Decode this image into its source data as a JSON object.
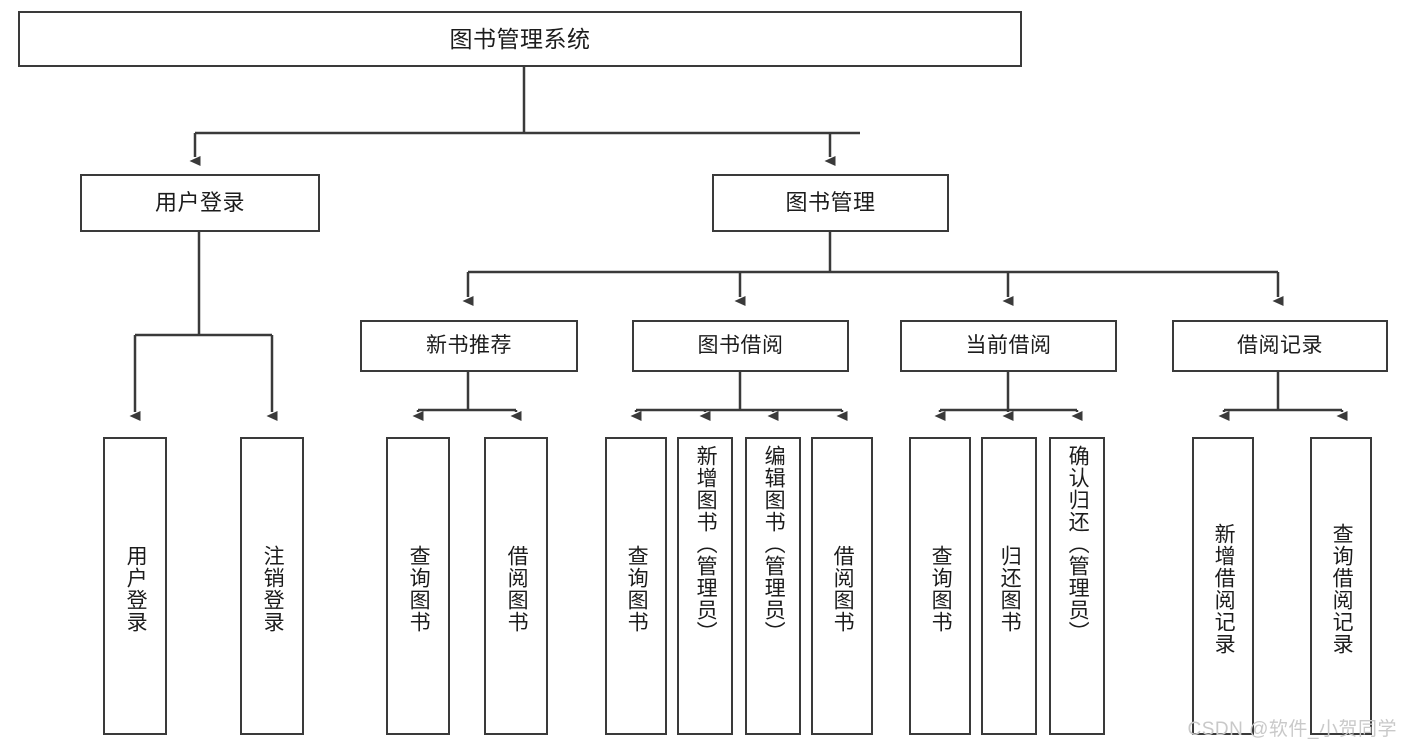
{
  "diagram": {
    "title": "图书管理系统",
    "type": "hierarchy-tree",
    "root": {
      "label": "图书管理系统"
    },
    "level2": [
      {
        "label": "用户登录"
      },
      {
        "label": "图书管理"
      }
    ],
    "level3": [
      {
        "label": "新书推荐"
      },
      {
        "label": "图书借阅"
      },
      {
        "label": "当前借阅"
      },
      {
        "label": "借阅记录"
      }
    ],
    "leaves": {
      "user_login": [
        {
          "label": "用户登录"
        },
        {
          "label": "注销登录"
        }
      ],
      "new_book_recommend": [
        {
          "label": "查询图书"
        },
        {
          "label": "借阅图书"
        }
      ],
      "book_borrow": [
        {
          "label": "查询图书"
        },
        {
          "label": "新增图书（管理员）"
        },
        {
          "label": "编辑图书（管理员）"
        },
        {
          "label": "借阅图书"
        }
      ],
      "current_borrow": [
        {
          "label": "查询图书"
        },
        {
          "label": "归还图书"
        },
        {
          "label": "确认归还（管理员）"
        }
      ],
      "borrow_record": [
        {
          "label": "新增借阅记录"
        },
        {
          "label": "查询借阅记录"
        }
      ]
    }
  },
  "watermark": {
    "text": "CSDN @软件_小贺同学"
  },
  "colors": {
    "stroke": "#3a3a3a",
    "background": "#ffffff",
    "text": "#1c1c1c",
    "watermark": "#c9c9c9"
  }
}
